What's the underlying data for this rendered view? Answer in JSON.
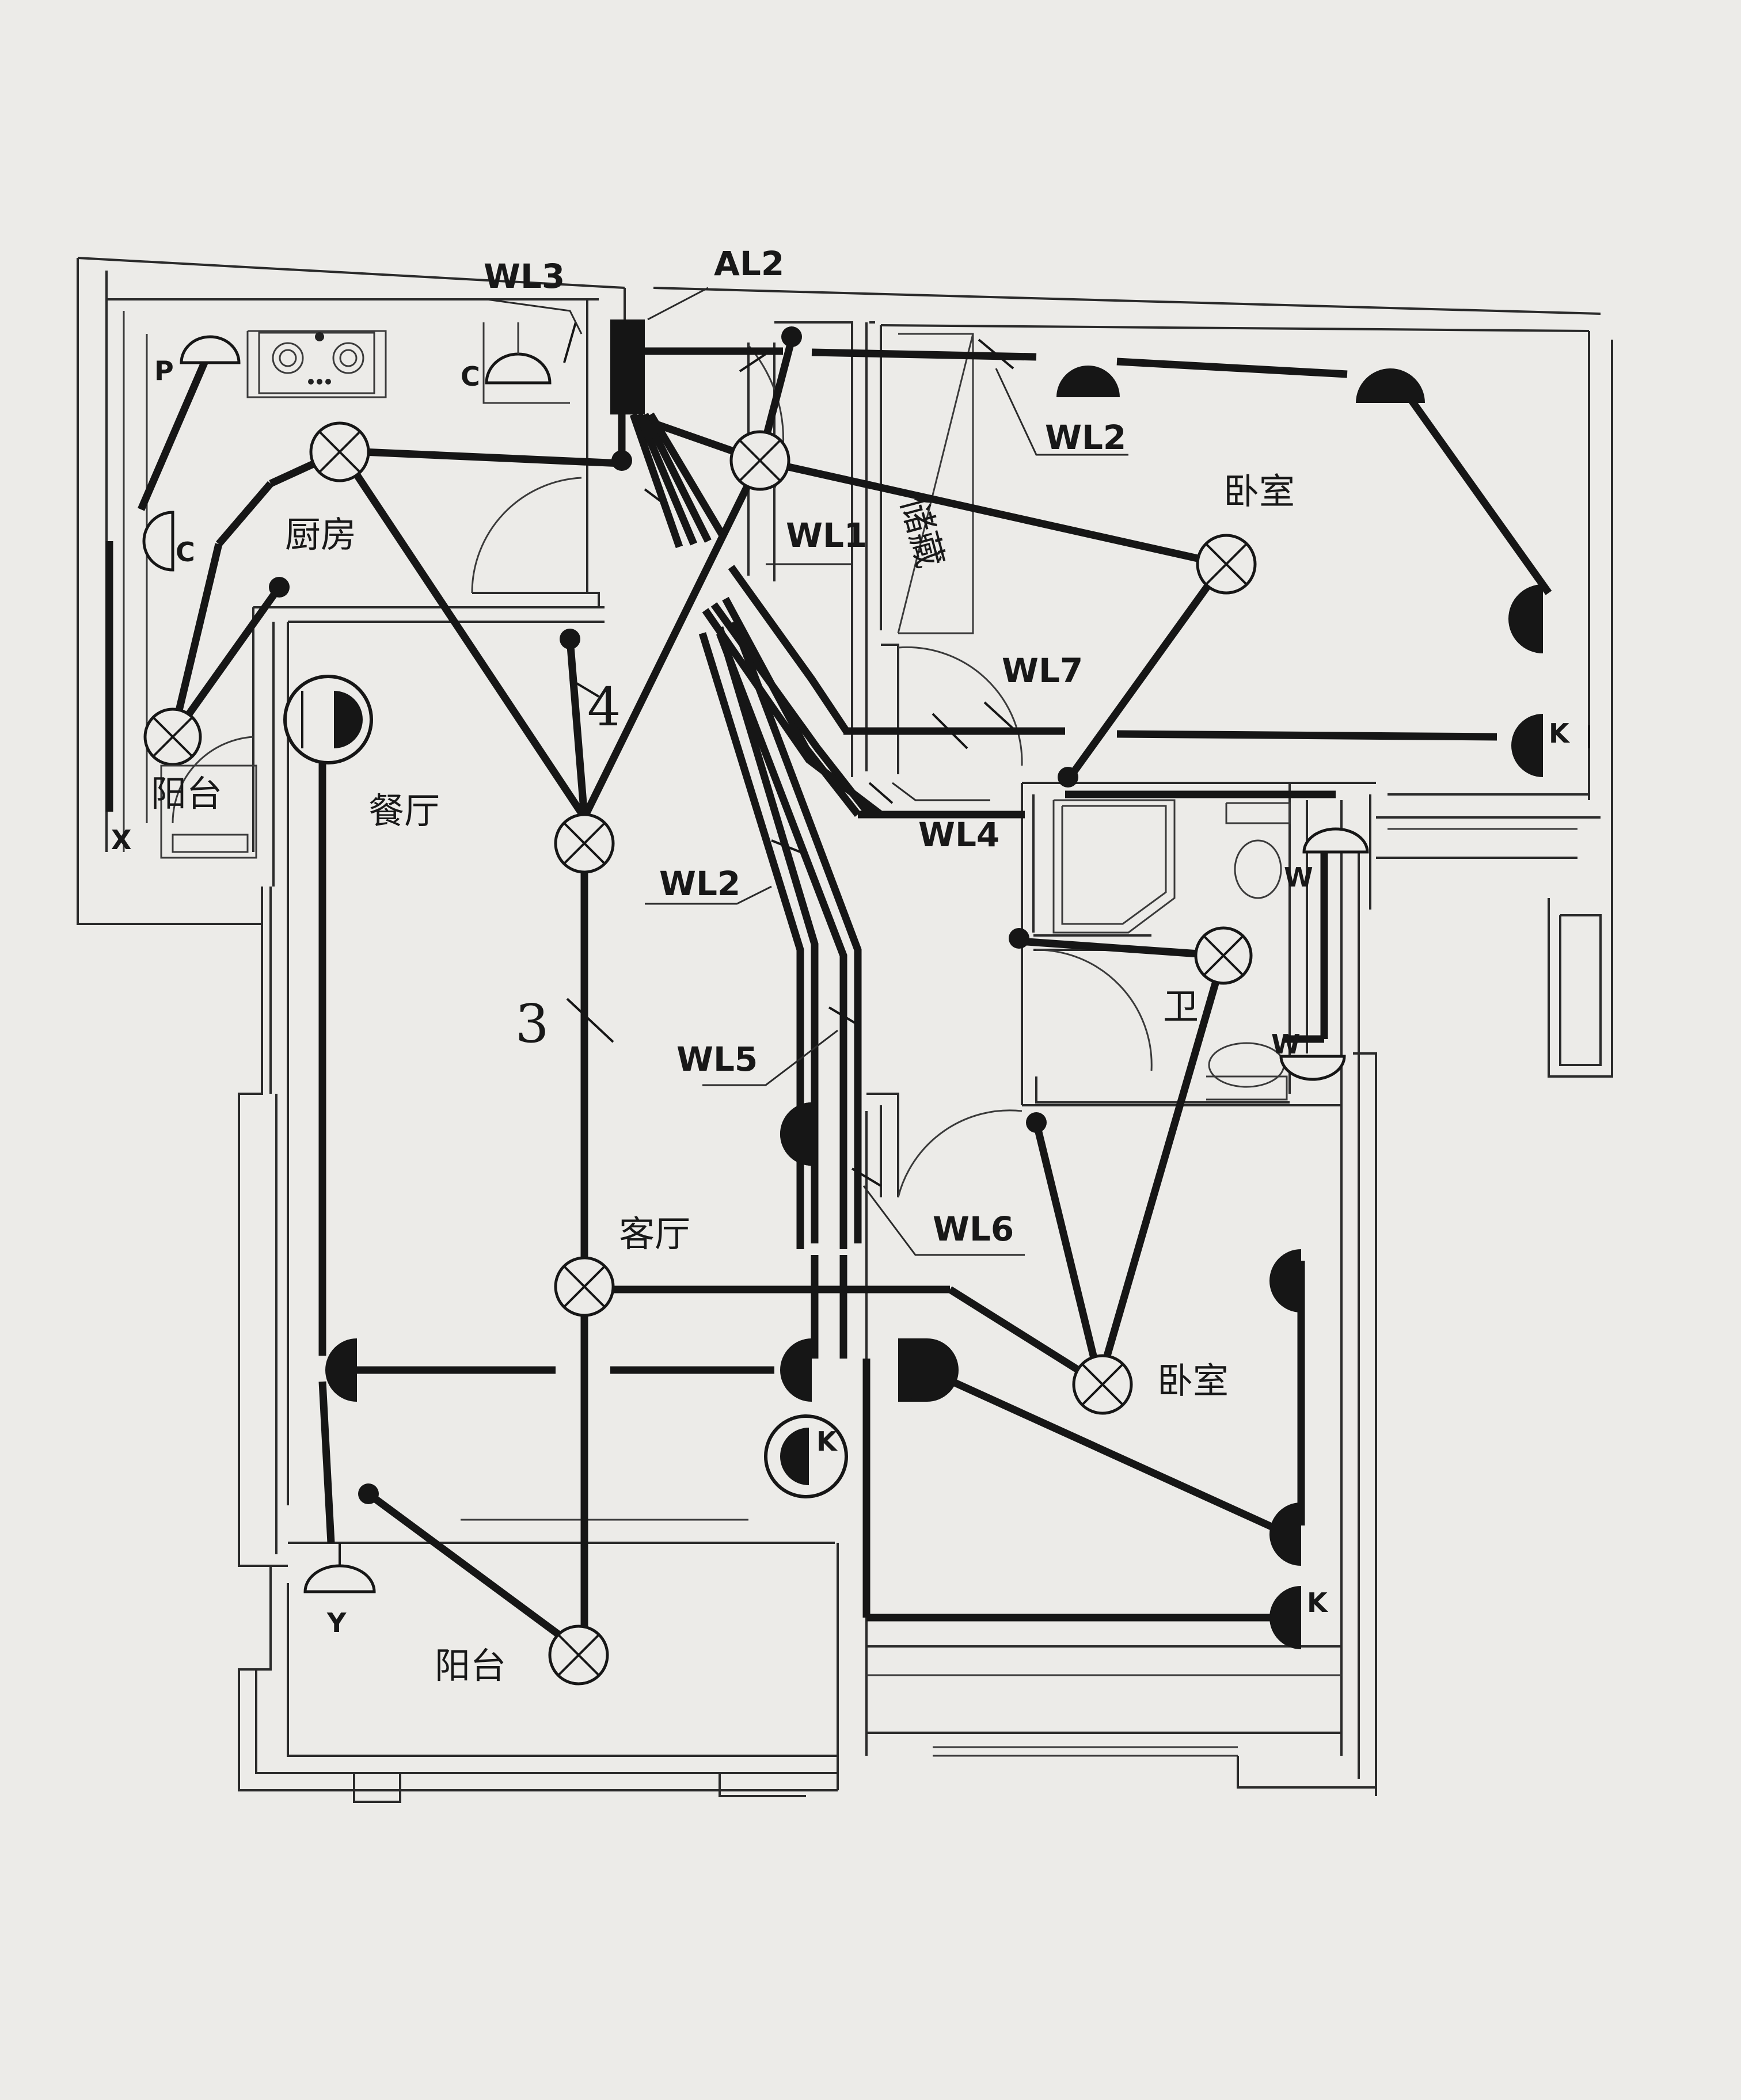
{
  "panel": {
    "label": "AL2"
  },
  "circuits": {
    "wl1": "WL1",
    "wl2_top": "WL2",
    "wl2_mid": "WL2",
    "wl3": "WL3",
    "wl4": "WL4",
    "wl5": "WL5",
    "wl6": "WL6",
    "wl7": "WL7"
  },
  "wire_counts": {
    "kitchen_branch": "4",
    "living_trunk": "3"
  },
  "rooms": {
    "kitchen": "厨房",
    "storage": "储藏",
    "bedroom_top": "卧室",
    "balcony_left": "阳台",
    "dining": "餐厅",
    "bathroom": "卫",
    "living": "客厅",
    "bedroom_bottom": "卧室",
    "balcony_bottom": "阳台"
  },
  "symbols": {
    "p": "P",
    "c1": "C",
    "c2": "C",
    "x": "X",
    "y": "Y",
    "w1": "W",
    "w2": "W",
    "k1": "K",
    "k2": "K",
    "k3": "K"
  }
}
